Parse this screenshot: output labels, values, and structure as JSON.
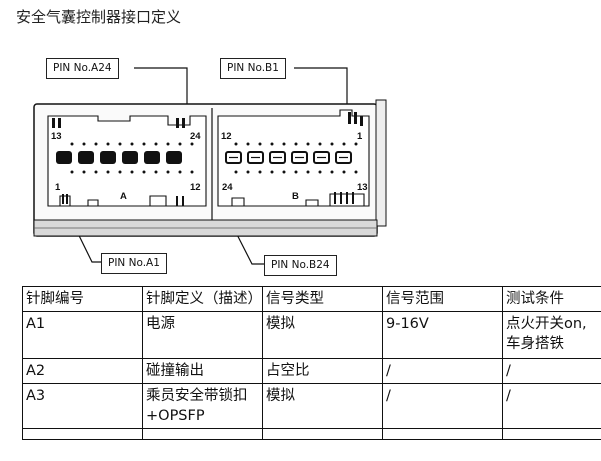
{
  "document": {
    "title": "安全气囊控制器接口定义"
  },
  "diagram": {
    "callouts": {
      "a24": "PIN No.A24",
      "b1": "PIN No.B1",
      "a1": "PIN No.A1",
      "b24": "PIN No.B24"
    },
    "connector_a": {
      "label": "A",
      "pin_13": "13",
      "pin_24": "24",
      "pin_1": "1",
      "pin_12": "12"
    },
    "connector_b": {
      "label": "B",
      "pin_12": "12",
      "pin_1": "1",
      "pin_24": "24",
      "pin_13": "13"
    }
  },
  "table": {
    "headers": [
      "针脚编号",
      "针脚定义（描述）",
      "信号类型",
      "信号范围",
      "测试条件"
    ],
    "rows": [
      [
        "A1",
        "电源",
        "模拟",
        "9-16V",
        "点火开关on,车身搭铁"
      ],
      [
        "A2",
        "碰撞输出",
        "占空比",
        "/",
        "/"
      ],
      [
        "A3",
        "乘员安全带锁扣+OPSFP",
        "模拟",
        "/",
        "/"
      ]
    ]
  }
}
